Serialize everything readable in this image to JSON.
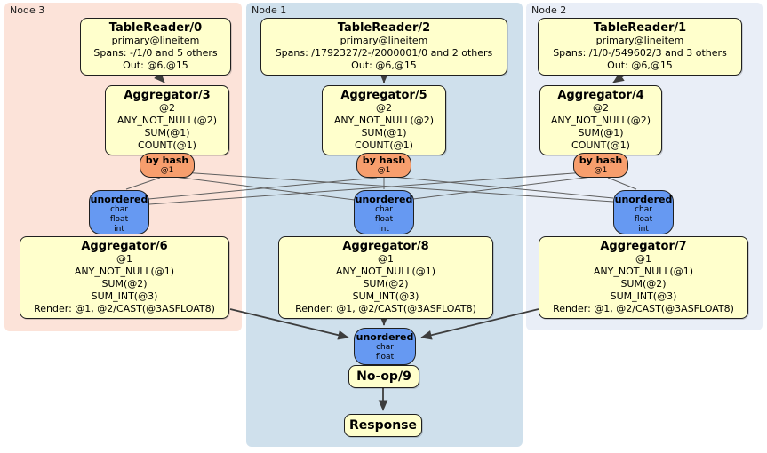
{
  "colors": {
    "node3_bg": "#fce3d9",
    "node1_bg": "#cfe0ec",
    "node2_bg": "#e9eef7",
    "box_bg": "#ffffcc",
    "box_border": "#1f1f1f",
    "router_bg": "#f79e6d",
    "sync_bg": "#6699f2",
    "edge_thick": "#3d3d3d",
    "edge_thin": "#5f5f5f"
  },
  "nodes": [
    {
      "label": "Node 3",
      "table_reader": {
        "title": "TableReader/0",
        "lines": [
          "primary@lineitem",
          "Spans: -/1/0 and 5 others",
          "Out: @6,@15"
        ]
      },
      "aggregator_top": {
        "title": "Aggregator/3",
        "lines": [
          "@2",
          "ANY_NOT_NULL(@2)",
          "SUM(@1)",
          "COUNT(@1)"
        ]
      },
      "router": {
        "title": "by hash",
        "detail": "@1"
      },
      "sync": {
        "title": "unordered",
        "lines": [
          "char",
          "float",
          "int"
        ]
      },
      "aggregator_bottom": {
        "title": "Aggregator/6",
        "lines": [
          "@1",
          "ANY_NOT_NULL(@1)",
          "SUM(@2)",
          "SUM_INT(@3)",
          "Render: @1, @2/CAST(@3ASFLOAT8)"
        ]
      }
    },
    {
      "label": "Node 1",
      "table_reader": {
        "title": "TableReader/2",
        "lines": [
          "primary@lineitem",
          "Spans: /1792327/2-/2000001/0 and 2 others",
          "Out: @6,@15"
        ]
      },
      "aggregator_top": {
        "title": "Aggregator/5",
        "lines": [
          "@2",
          "ANY_NOT_NULL(@2)",
          "SUM(@1)",
          "COUNT(@1)"
        ]
      },
      "router": {
        "title": "by hash",
        "detail": "@1"
      },
      "sync": {
        "title": "unordered",
        "lines": [
          "char",
          "float",
          "int"
        ]
      },
      "aggregator_bottom": {
        "title": "Aggregator/8",
        "lines": [
          "@1",
          "ANY_NOT_NULL(@1)",
          "SUM(@2)",
          "SUM_INT(@3)",
          "Render: @1, @2/CAST(@3ASFLOAT8)"
        ]
      }
    },
    {
      "label": "Node 2",
      "table_reader": {
        "title": "TableReader/1",
        "lines": [
          "primary@lineitem",
          "Spans: /1/0-/549602/3 and 3 others",
          "Out: @6,@15"
        ]
      },
      "aggregator_top": {
        "title": "Aggregator/4",
        "lines": [
          "@2",
          "ANY_NOT_NULL(@2)",
          "SUM(@1)",
          "COUNT(@1)"
        ]
      },
      "router": {
        "title": "by hash",
        "detail": "@1"
      },
      "sync": {
        "title": "unordered",
        "lines": [
          "char",
          "float",
          "int"
        ]
      },
      "aggregator_bottom": {
        "title": "Aggregator/7",
        "lines": [
          "@1",
          "ANY_NOT_NULL(@1)",
          "SUM(@2)",
          "SUM_INT(@3)",
          "Render: @1, @2/CAST(@3ASFLOAT8)"
        ]
      }
    }
  ],
  "final": {
    "sync": {
      "title": "unordered",
      "lines": [
        "char",
        "float"
      ]
    },
    "noop": {
      "title": "No-op/9"
    },
    "response": {
      "title": "Response"
    }
  }
}
